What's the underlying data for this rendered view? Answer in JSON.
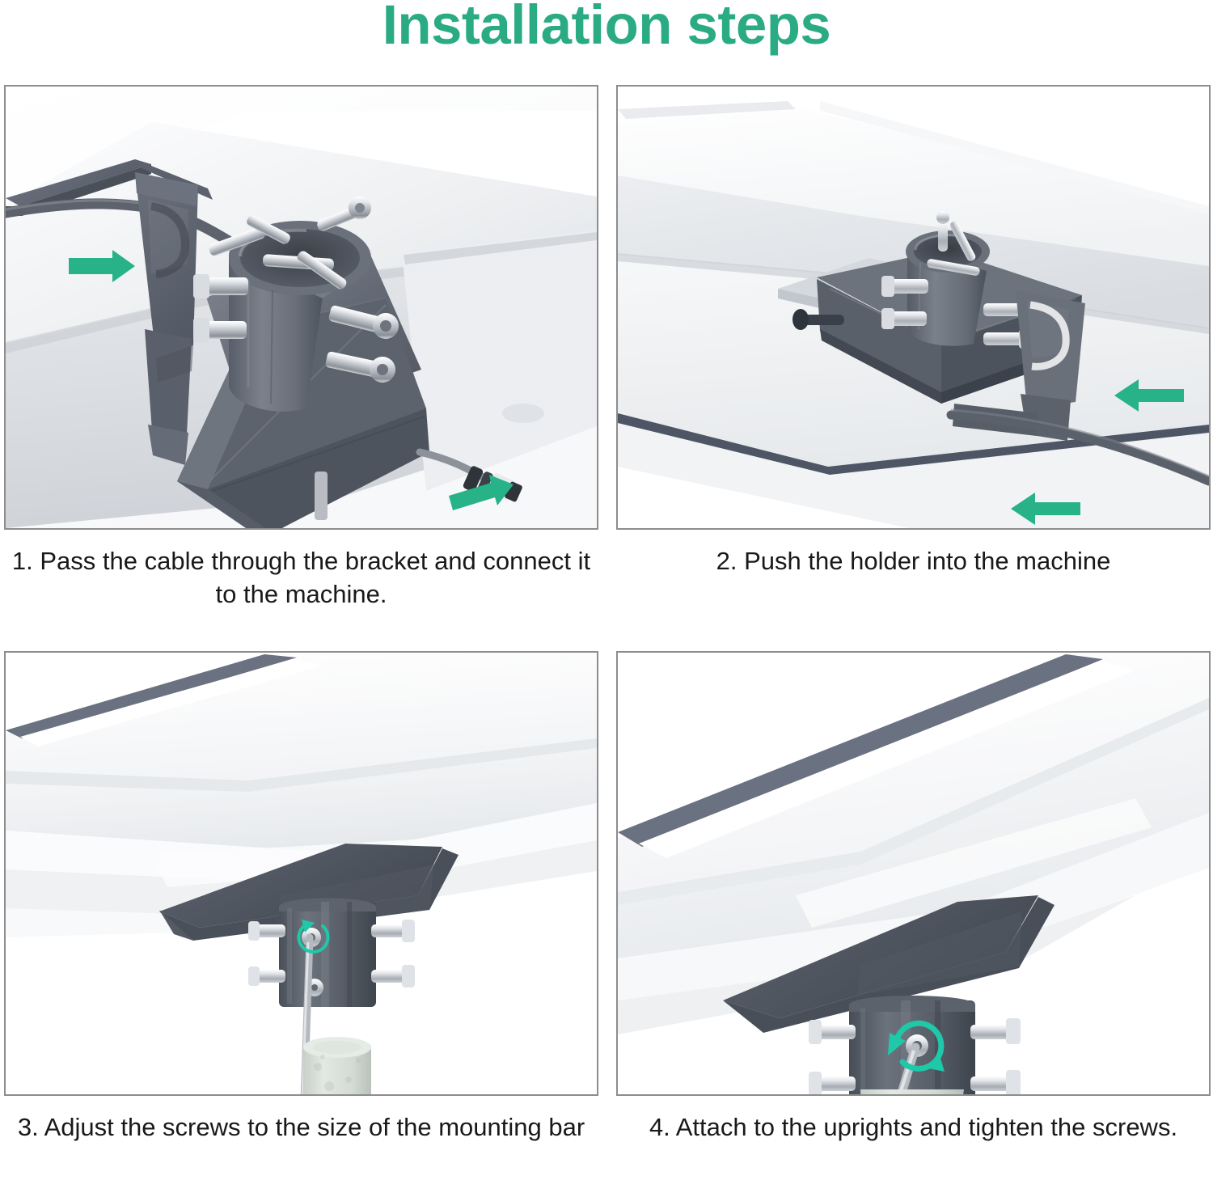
{
  "header": {
    "title": "Installation steps",
    "title_color": "#2aab84"
  },
  "theme": {
    "background": "#ffffff",
    "panel_border": "#8d8d8d",
    "caption_color": "#191919",
    "arrow_green": "#27b287",
    "rotation_arrow_teal": "#1ec8a8",
    "body_dark_gray": "#5b6068",
    "body_light_gray": "#c9ccd1",
    "machine_white": "#f4f5f7",
    "machine_edge_dark": "#585f6d",
    "post_concrete": "#d8e0d8",
    "metal_silver": "#c3c7cd"
  },
  "steps": [
    {
      "id": "step-1",
      "number": "1",
      "caption": "1. Pass the cable through the bracket and connect it to the machine.",
      "image_alt": "Bracket with cylindrical collar mounted on white machine housing; cable routed through bracket; two green arrows show cable direction",
      "arrows": [
        {
          "name": "cable-direction-arrow-top",
          "direction": "right"
        },
        {
          "name": "cable-direction-arrow-bottom",
          "direction": "right"
        }
      ]
    },
    {
      "id": "step-2",
      "number": "2",
      "caption": "2. Push the holder into the machine",
      "image_alt": "Holder seated into the machine channel, cable routed under; two green arrows point left showing push direction",
      "arrows": [
        {
          "name": "push-direction-arrow-upper",
          "direction": "left"
        },
        {
          "name": "push-direction-arrow-lower",
          "direction": "left"
        }
      ]
    },
    {
      "id": "step-3",
      "number": "3",
      "caption": "3. Adjust the screws to the size of the mounting bar",
      "image_alt": "Underside view of the machine with mount collar and four screws; hex key inserted; concrete mounting post below; teal rotation arrow at screw",
      "arrows": [
        {
          "name": "screw-rotation-arrow",
          "direction": "rotate"
        }
      ]
    },
    {
      "id": "step-4",
      "number": "4",
      "caption": "4. Attach to the uprights and tighten the screws.",
      "image_alt": "Mount clamped onto the concrete upright, hex key tightening a screw; teal circular rotation arrow around the screw head",
      "arrows": [
        {
          "name": "tighten-rotation-arrow",
          "direction": "rotate"
        }
      ]
    }
  ]
}
